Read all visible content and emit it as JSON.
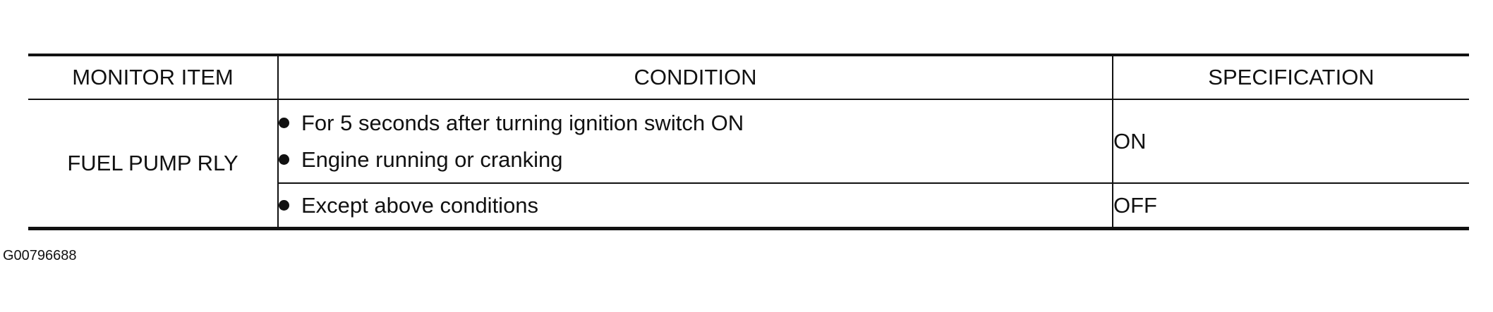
{
  "table": {
    "headers": {
      "monitor_item": "MONITOR ITEM",
      "condition": "CONDITION",
      "specification": "SPECIFICATION"
    },
    "rows": [
      {
        "monitor_item": "FUEL PUMP RLY",
        "entries": [
          {
            "conditions": [
              "For 5 seconds after turning ignition switch ON",
              "Engine running or cranking"
            ],
            "specification": "ON"
          },
          {
            "conditions": [
              "Except above conditions"
            ],
            "specification": "OFF"
          }
        ]
      }
    ]
  },
  "figure_id": "G00796688",
  "icons": {
    "bullet": "filled-circle-bullet-icon"
  }
}
